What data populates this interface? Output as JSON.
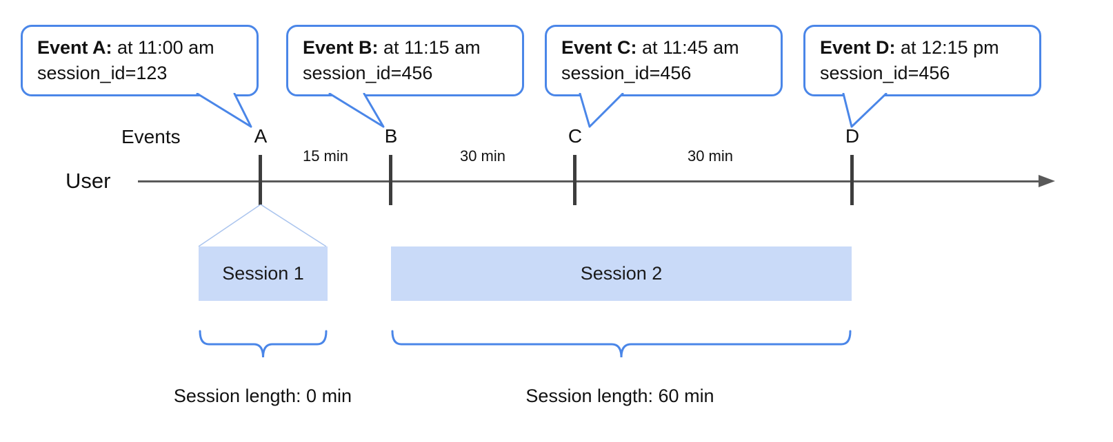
{
  "callouts": [
    {
      "bold": "Event A:",
      "rest": " at 11:00 am",
      "line2": "session_id=123"
    },
    {
      "bold": "Event B:",
      "rest": " at 11:15 am",
      "line2": "session_id=456"
    },
    {
      "bold": "Event C:",
      "rest": " at 11:45 am",
      "line2": "session_id=456"
    },
    {
      "bold": "Event D:",
      "rest": " at 12:15 pm",
      "line2": "session_id=456"
    }
  ],
  "axis": {
    "events_label": "Events",
    "user_label": "User",
    "markers": [
      {
        "label": "A"
      },
      {
        "label": "B"
      },
      {
        "label": "C"
      },
      {
        "label": "D"
      }
    ],
    "intervals": [
      {
        "label": "15 min"
      },
      {
        "label": "30 min"
      },
      {
        "label": "30 min"
      }
    ]
  },
  "sessions": [
    {
      "label": "Session 1",
      "length_label": "Session length: 0 min"
    },
    {
      "label": "Session 2",
      "length_label": "Session length: 60 min"
    }
  ],
  "colors": {
    "accent": "#4a86e8",
    "session_fill": "#c9daf8",
    "timeline": "#595959",
    "tick": "#3d3d3d",
    "funnel_line": "#aac4ee"
  }
}
